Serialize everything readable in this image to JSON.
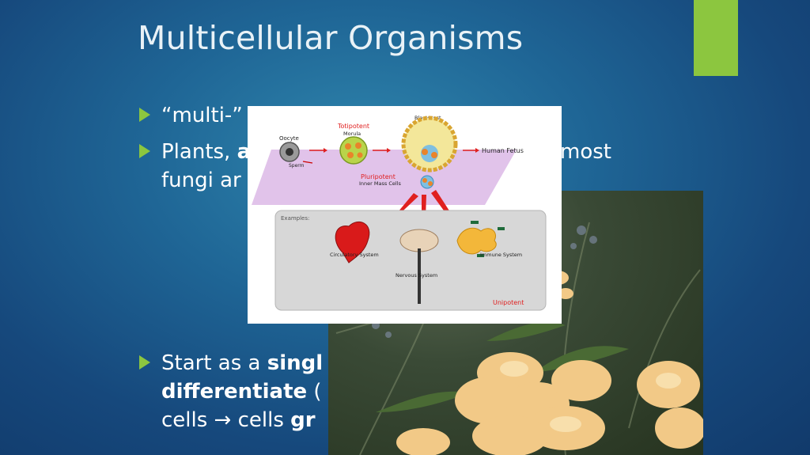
{
  "slide": {
    "title": "Multicellular Organisms",
    "bullets": [
      {
        "plain": "“multi-”"
      },
      {
        "line1_start": "Plants, ",
        "line1_bold": "a",
        "line1_end": "most",
        "line2": "fungi ar"
      },
      {
        "line1_start": "Start as a ",
        "line1_bold": "singl",
        "line2_bold": "differentiate",
        "line2_end": " (",
        "line3_start": "cells → cells ",
        "line3_bold": "gr"
      }
    ]
  },
  "diagram": {
    "labels": {
      "oocyte": "Oocyte",
      "sperm": "Sperm",
      "totipotent": "Totipotent",
      "morula": "Morula",
      "blastocyst": "Blastocyst",
      "human_fetus": "Human Fetus",
      "pluripotent": "Pluripotent",
      "inner_mass": "Inner Mass Cells",
      "examples": "Examples:",
      "circulatory": "Circulatory System",
      "nervous": "Nervous System",
      "immune": "Immune System",
      "unipotent": "Unipotent"
    }
  },
  "colors": {
    "accent": "#8cc63f",
    "background": "#1f6696",
    "diagram_red": "#e02020"
  }
}
